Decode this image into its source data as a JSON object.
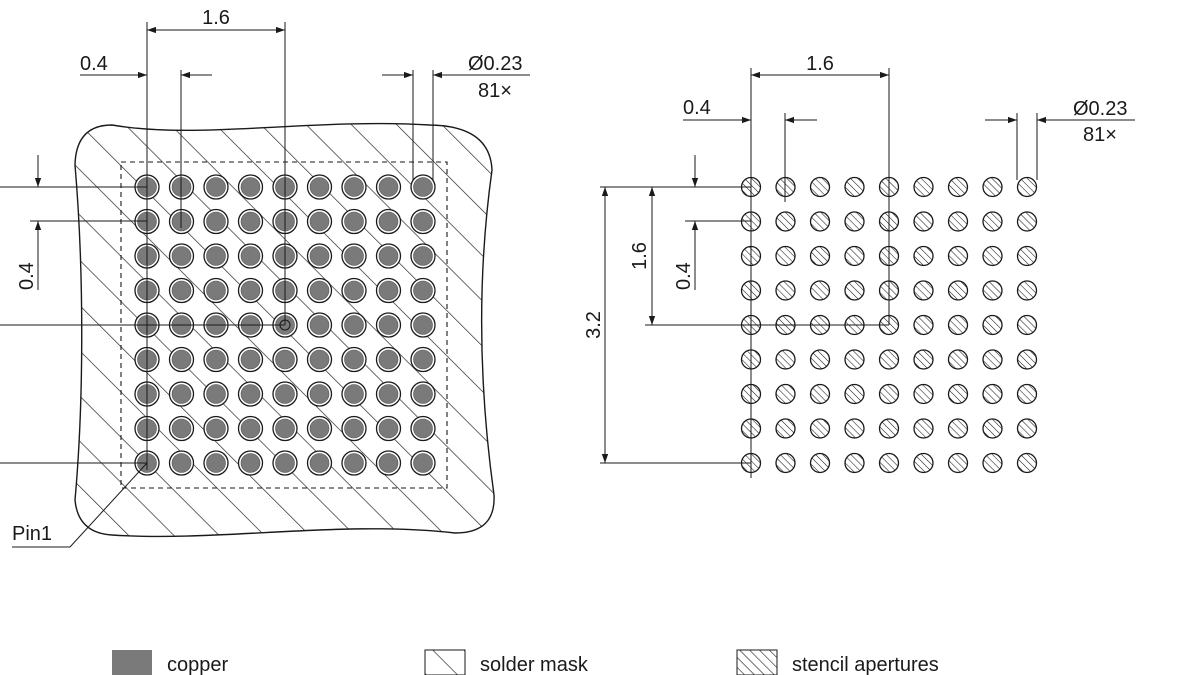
{
  "diagram": {
    "pad_grid": {
      "rows": 9,
      "cols": 9
    },
    "left_view": {
      "dim_pitch_x": "0.4",
      "dim_half_span_x": "1.6",
      "dim_diameter": "Ø0.23",
      "dim_count": "81×",
      "dim_pitch_y": "0.4",
      "pin1_label": "Pin1"
    },
    "right_view": {
      "dim_pitch_x": "0.4",
      "dim_half_span_x": "1.6",
      "dim_diameter": "Ø0.23",
      "dim_count": "81×",
      "dim_pitch_y": "0.4",
      "dim_half_span_y": "1.6",
      "dim_span_y": "3.2"
    },
    "legend": [
      {
        "label": "copper",
        "swatch": "copper-fill",
        "color": "#7a7a7a"
      },
      {
        "label": "solder mask",
        "swatch": "solder-mask-hatch"
      },
      {
        "label": "stencil apertures",
        "swatch": "stencil-hatch"
      }
    ],
    "colors": {
      "line": "#1a1a1a",
      "copper": "#7a7a7a"
    }
  }
}
